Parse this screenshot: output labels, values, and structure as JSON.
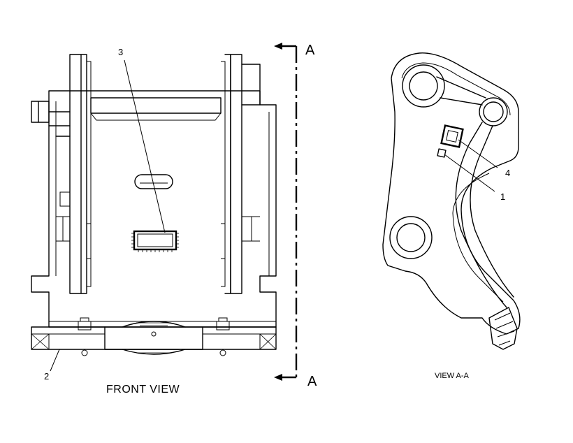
{
  "callouts": {
    "c1": "1",
    "c2": "2",
    "c3": "3",
    "c4": "4"
  },
  "section_marks": {
    "top": "A",
    "bottom": "A"
  },
  "captions": {
    "front": "FRONT  VIEW",
    "section": "VIEW  A-A"
  }
}
